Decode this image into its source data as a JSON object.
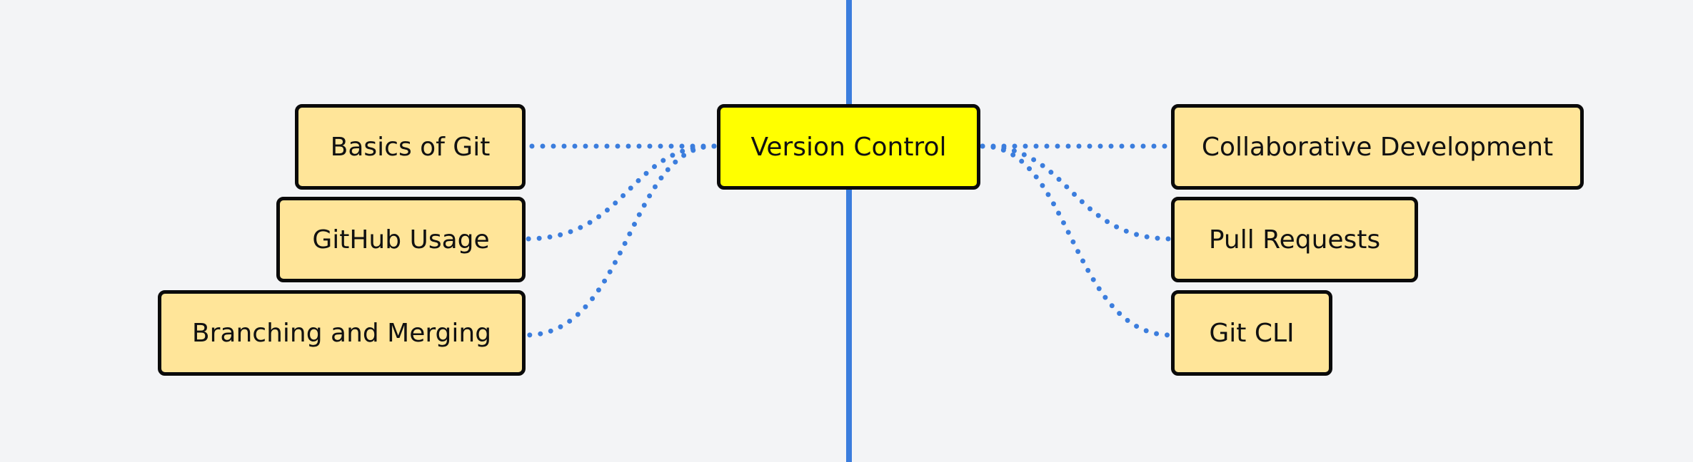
{
  "diagram": {
    "root": {
      "label": "Version Control"
    },
    "left_topics": [
      {
        "label": "Basics of Git"
      },
      {
        "label": "GitHub Usage"
      },
      {
        "label": "Branching and Merging"
      }
    ],
    "right_topics": [
      {
        "label": "Collaborative Development"
      },
      {
        "label": "Pull Requests"
      },
      {
        "label": "Git CLI"
      }
    ]
  },
  "colors": {
    "background": "#f3f4f6",
    "axis_line": "#3b7ddd",
    "connector": "#3b7ddd",
    "root_fill": "#ffff00",
    "topic_fill": "#ffe599",
    "border": "#0a0a0a"
  }
}
